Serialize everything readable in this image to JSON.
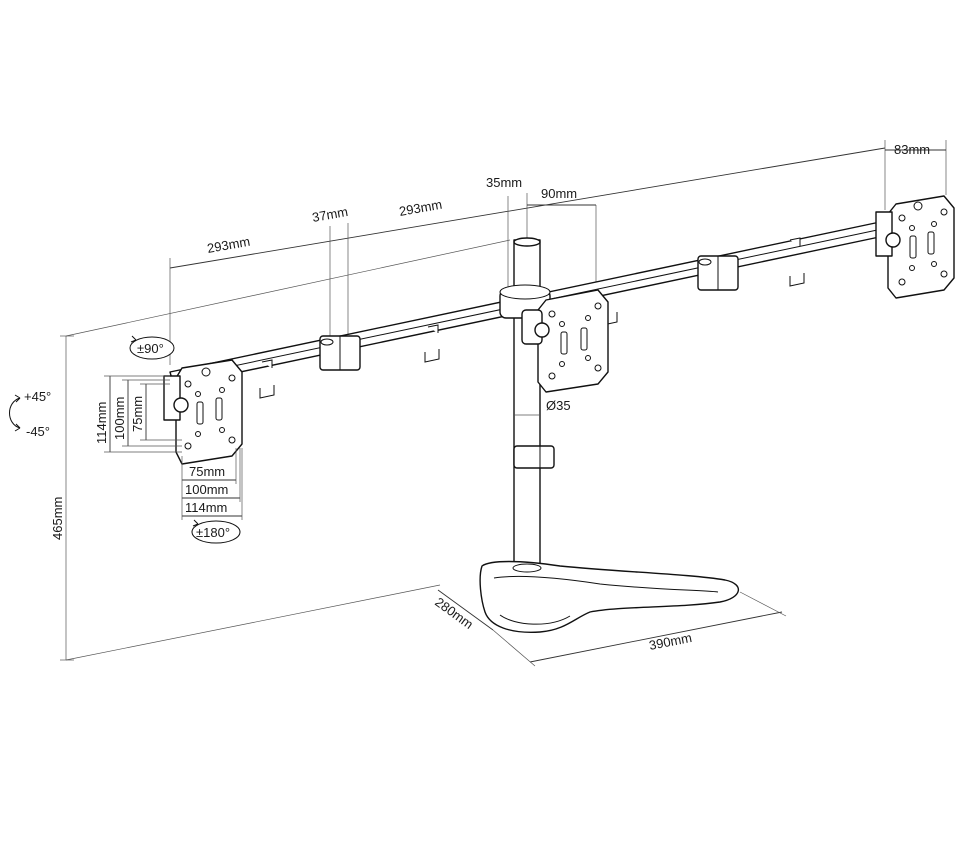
{
  "dimensions": {
    "arm_left_length": "293mm",
    "arm_right_length": "293mm",
    "clamp_width": "37mm",
    "pole_width": "35mm",
    "center_offset": "90mm",
    "right_plate_width": "83mm",
    "pole_diameter": "Ø35",
    "total_height": "465mm",
    "base_depth": "280mm",
    "base_width": "390mm",
    "vesa_h_114": "114mm",
    "vesa_h_100": "100mm",
    "vesa_h_75": "75mm",
    "vesa_w_75": "75mm",
    "vesa_w_100": "100mm",
    "vesa_w_114": "114mm"
  },
  "rotation": {
    "swivel": "±90°",
    "rotate": "±180°",
    "tilt_up": "+45°",
    "tilt_down": "-45°"
  },
  "colors": {
    "line": "#111111",
    "background": "#ffffff"
  }
}
